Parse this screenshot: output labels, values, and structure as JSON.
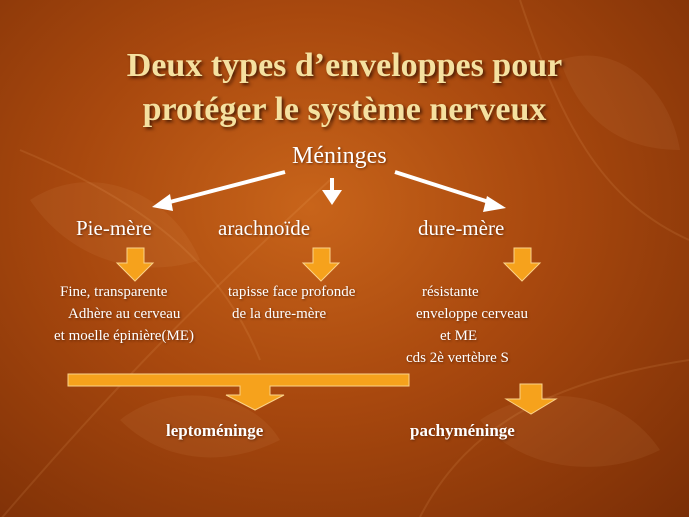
{
  "title": [
    "Deux types d’enveloppes pour",
    "protéger le système nerveux"
  ],
  "root": "Méninges",
  "layers": {
    "pie": "Pie-mère",
    "arachnoide": "arachnoïde",
    "dure": "dure-mère"
  },
  "descriptions": {
    "pie": [
      "Fine, transparente",
      "Adhère au cerveau",
      "et moelle épinière(ME)"
    ],
    "arachnoide": [
      "tapisse face profonde",
      "de la dure-mère"
    ],
    "dure": [
      "résistante",
      "enveloppe cerveau",
      "et ME",
      "cds 2è vertèbre S"
    ]
  },
  "groups": {
    "lepto": "leptoméninge",
    "pachy": "pachyméninge"
  },
  "colors": {
    "title": "#f5e1a0",
    "arrow_fill": "#f6a21c",
    "background": "#a8480e"
  }
}
